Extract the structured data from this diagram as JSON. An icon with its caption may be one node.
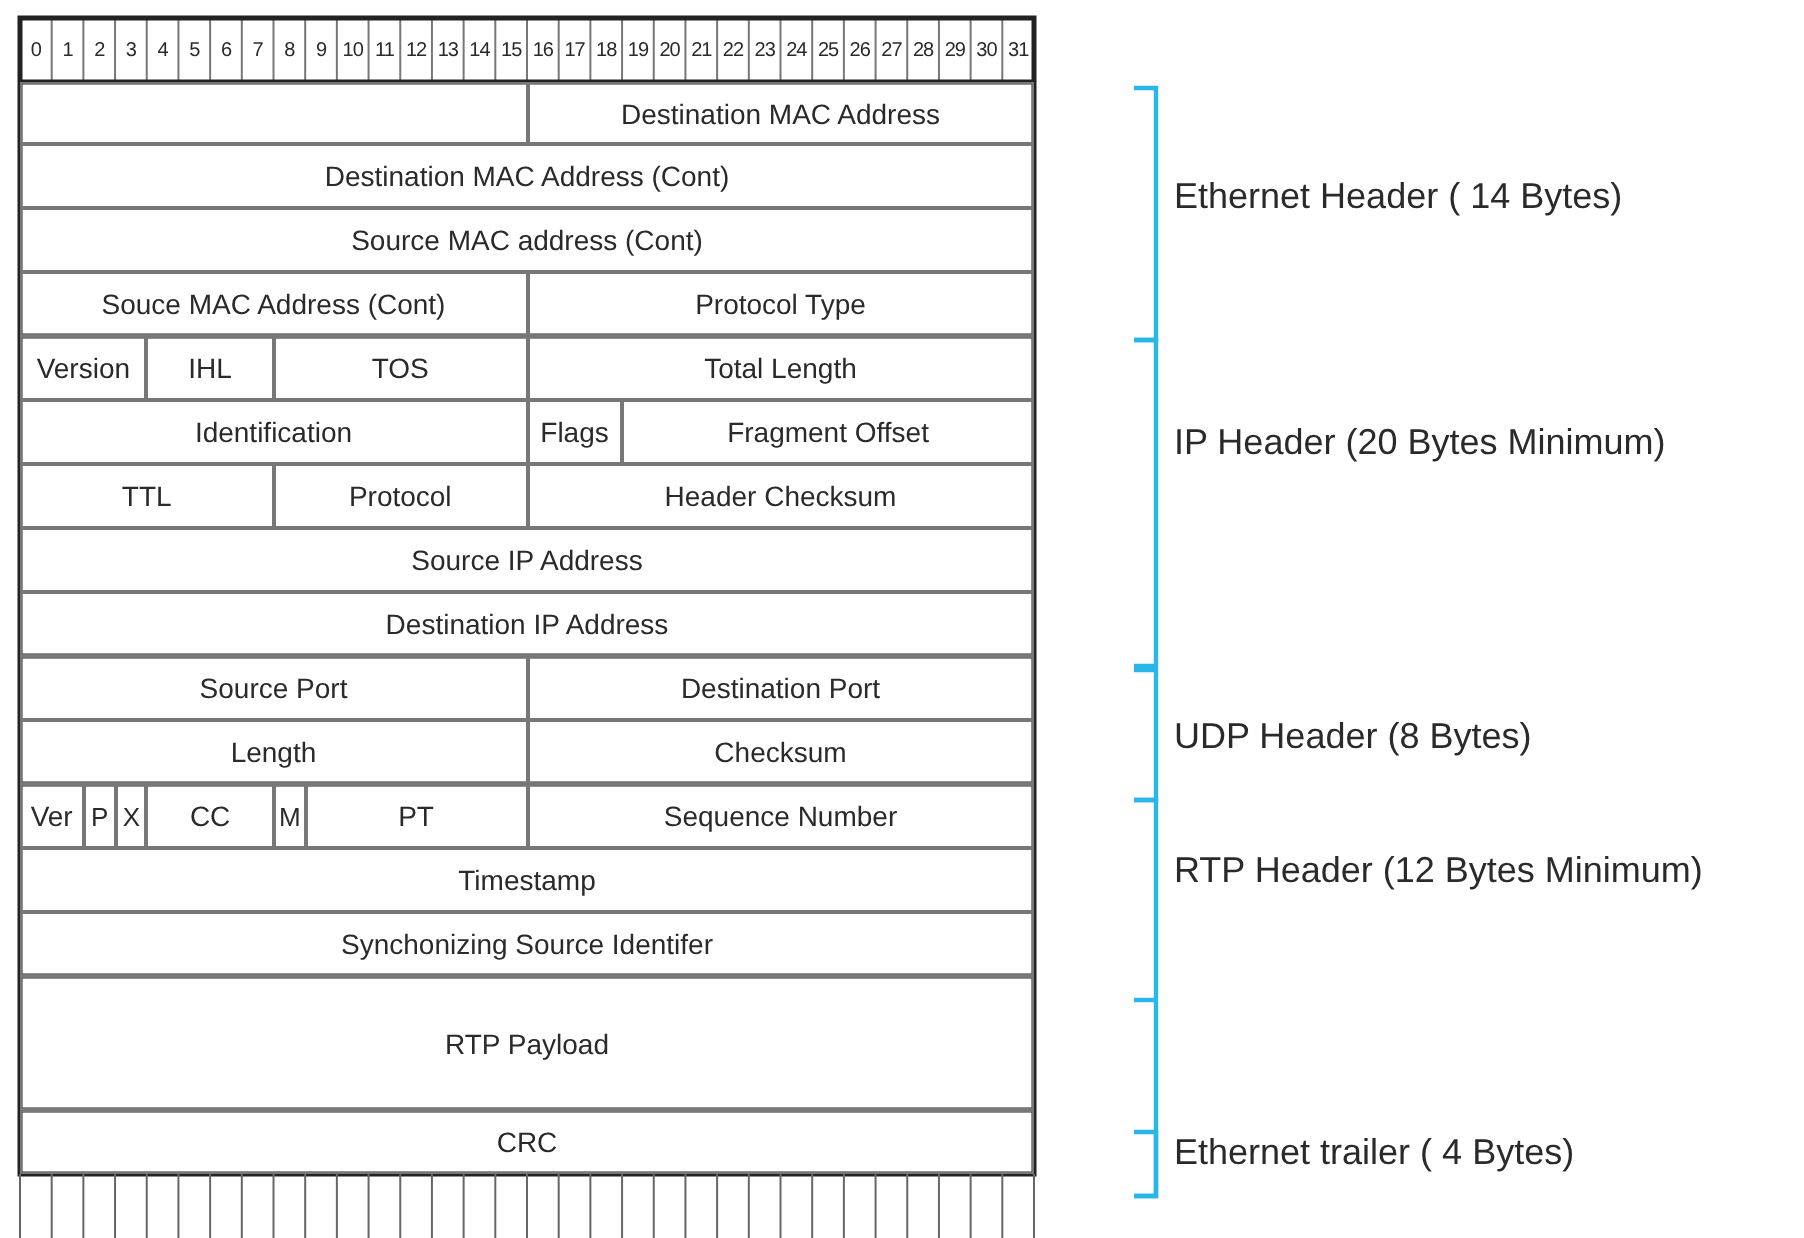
{
  "diagram": {
    "nodes": [
      {
        "text": [],
        "shape": "box"
      },
      {
        "text": [
          "Destination MAC Address"
        ]
      },
      {
        "text": [
          "Destination MAC Address (Cont)"
        ]
      },
      {
        "text": [
          "Source MAC address (Cont)"
        ]
      },
      {
        "text": [
          "Souce MAC Address (Cont)"
        ]
      },
      {
        "text": [
          "Protocol Type"
        ]
      },
      {
        "text": [
          "Version"
        ]
      },
      {
        "text": [
          "IHL"
        ]
      },
      {
        "text": [
          "TOS"
        ]
      },
      {
        "text": [
          "Total Length"
        ]
      },
      {
        "text": [
          "Identification"
        ]
      },
      {
        "text": [
          "Flags"
        ]
      },
      {
        "text": [
          "Fragment Offset"
        ]
      },
      {
        "text": [
          "TTL"
        ]
      },
      {
        "text": [
          "Protocol"
        ]
      },
      {
        "text": [
          "Header Checksum"
        ]
      },
      {
        "text": [
          "Source IP Address"
        ]
      },
      {
        "text": [
          "Destination IP Address"
        ]
      },
      {
        "text": [
          "Source Port"
        ]
      },
      {
        "text": [
          "Destination Port"
        ]
      },
      {
        "text": [
          "Length"
        ]
      },
      {
        "text": [
          "Checksum"
        ]
      },
      {
        "text": [
          "Ver"
        ]
      },
      {
        "text": [
          "P"
        ]
      },
      {
        "text": [
          "X"
        ]
      },
      {
        "text": [
          "CC"
        ]
      },
      {
        "text": [
          "M"
        ]
      },
      {
        "text": [
          "PT"
        ]
      },
      {
        "text": [
          "Sequence Number"
        ]
      },
      {
        "text": [
          "Timestamp"
        ]
      },
      {
        "text": [
          "Synchonizing Source Identifer"
        ]
      },
      {
        "text": [
          "RTP Payload"
        ]
      },
      {
        "text": [
          "CRC"
        ]
      }
    ],
    "labels": [
      "0",
      "1",
      "2",
      "3",
      "4",
      "5",
      "6",
      "7",
      "8",
      "9",
      "10",
      "11",
      "12",
      "13",
      "14",
      "15",
      "16",
      "17",
      "18",
      "19",
      "20",
      "21",
      "22",
      "23",
      "24",
      "25",
      "26",
      "27",
      "28",
      "29",
      "30",
      "31",
      "Ethernet Header ( 14 Bytes)",
      "IP Header (20 Bytes Minimum)",
      "UDP Header (8 Bytes)",
      "RTP Header (12 Bytes Minimum)",
      "Ethernet trailer ( 4 Bytes)"
    ]
  }
}
